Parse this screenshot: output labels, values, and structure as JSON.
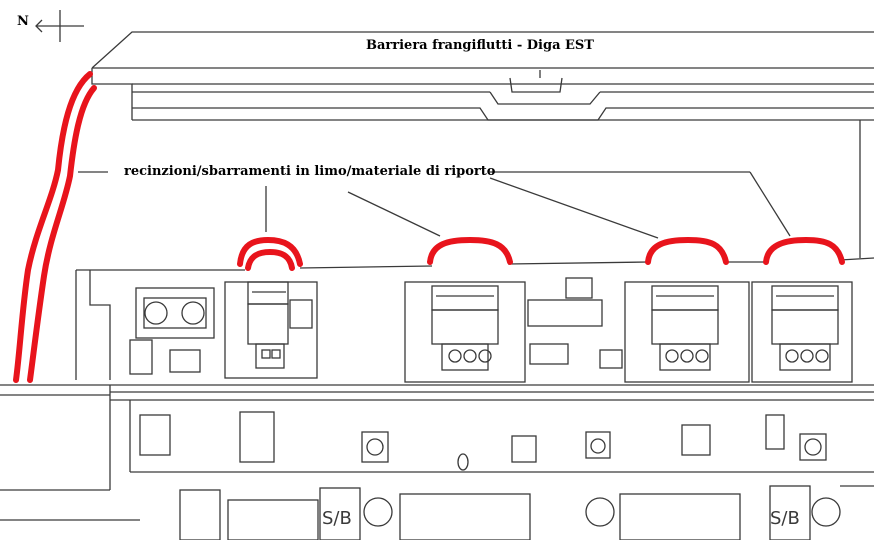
{
  "diagram": {
    "north_arrow": {
      "letter": "N"
    },
    "title": "Barriera frangiflutti - Diga EST",
    "fence_label": "recinzioni/sbarramenti in limo/materiale di riporto",
    "colors": {
      "line": "#3a3a3a",
      "highlight": "#e8141c",
      "background": "#ffffff"
    },
    "highlight_count": 5,
    "units": [
      {
        "id": "unit-1",
        "tag": ""
      },
      {
        "id": "unit-2",
        "tag": ""
      },
      {
        "id": "unit-3",
        "tag": ""
      },
      {
        "id": "unit-4",
        "tag": ""
      }
    ],
    "sb_labels": [
      "S/B",
      "S/B"
    ]
  }
}
